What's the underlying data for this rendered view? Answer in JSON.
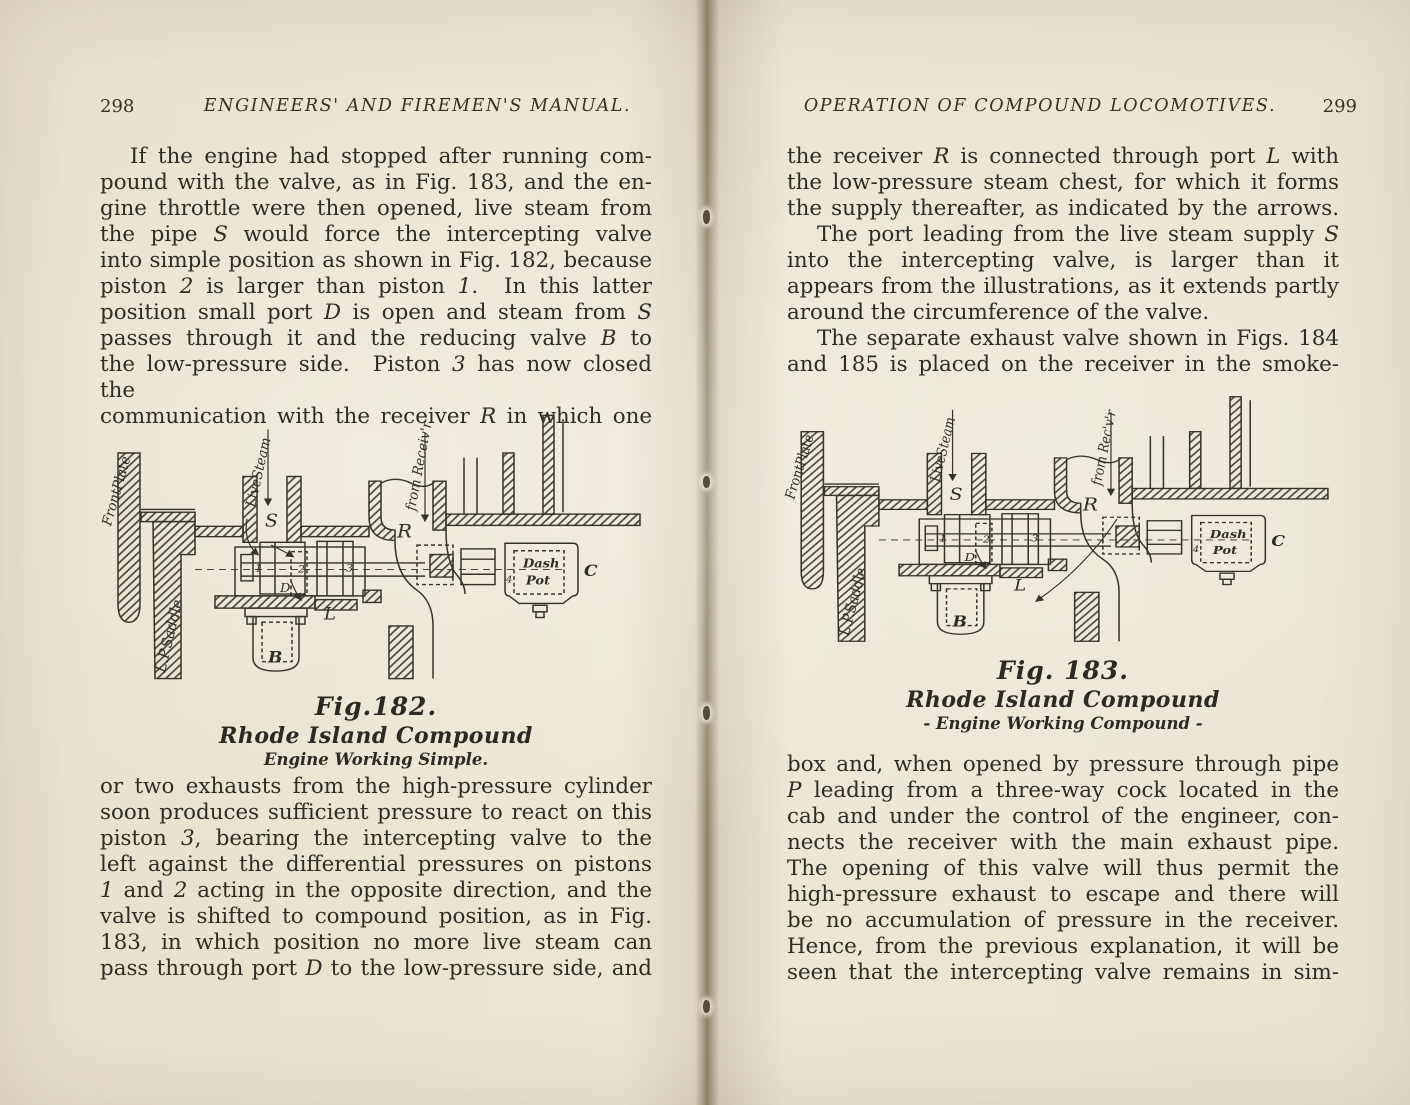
{
  "book": {
    "paper_color": "#ece6d5",
    "ink_color": "#2e2c26"
  },
  "left_page": {
    "page_number": "298",
    "running_head": "ENGINEERS' AND FIREMEN'S MANUAL.",
    "para1_lines": [
      "If the engine had stopped after running com-",
      "pound with the valve, as in Fig. 183, and the en-",
      "gine throttle were then opened, live steam from",
      "the pipe <i>S</i> would force the intercepting valve",
      "into simple position as shown in Fig. 182, because",
      "piston <i>2</i> is larger than piston <i>1</i>.&nbsp; In this latter",
      "position small port <i>D</i> is open and steam from <i>S</i>",
      "passes through it and the reducing valve <i>B</i> to",
      "the low-pressure side.&nbsp; Piston <i>3</i> has now closed the",
      "communication with the receiver <i>R</i> in which one"
    ],
    "figure": {
      "fig_label": "Fig.182.",
      "title": "Rhode Island Compound",
      "subtitle": "Engine Working Simple.",
      "labels": {
        "front_plate": "FrontPlate",
        "live_steam": "LiveSteam",
        "s": "S",
        "from_receiver": "from Receiv'r",
        "r": "R",
        "lp_saddle": "L.P.Saddle",
        "d": "D",
        "l": "L",
        "b": "B",
        "c": "C",
        "dash": "Dash",
        "pot": "Pot",
        "n1": "1",
        "n2": "2",
        "n3": "3",
        "n4": "4"
      }
    },
    "para2_lines": [
      "or two exhausts from the high-pressure cylinder",
      "soon produces sufficient pressure to react on this",
      "piston <i>3</i>, bearing the intercepting valve to the",
      "left against the differential pressures on pistons",
      "<i>1</i> and <i>2</i> acting in the opposite direction, and the",
      "valve is shifted to compound position, as in Fig.",
      "183, in which position no more live steam can",
      "pass through port <i>D</i> to the low-pressure side, and"
    ]
  },
  "right_page": {
    "page_number": "299",
    "running_head": "OPERATION OF COMPOUND LOCOMOTIVES.",
    "para1_lines": [
      "the receiver <i>R</i> is connected through port <i>L</i> with",
      "the low-pressure steam chest, for which it forms",
      "the supply thereafter, as indicated by the arrows."
    ],
    "para2_lines": [
      "The port leading from the live steam supply <i>S</i>",
      "into the intercepting valve, is larger than it",
      "appears from the illustrations, as it extends partly",
      "around the circumference of the valve."
    ],
    "para3_lines": [
      "The separate exhaust valve shown in Figs. 184",
      "and 185 is placed on the receiver in the smoke-"
    ],
    "figure": {
      "fig_label": "Fig. 183.",
      "title": "Rhode Island Compound",
      "subtitle": "- Engine Working Compound -",
      "labels": {
        "front_plate": "FrontPlate",
        "live_steam": "LiveSteam",
        "s": "S",
        "from_receiver": "from Rec'v'r",
        "r": "R",
        "lp_saddle": "L.P.Saddle",
        "d": "D",
        "l": "L",
        "b": "B",
        "c": "C",
        "dash": "Dash",
        "pot": "Pot",
        "n1": "1",
        "n2": "2",
        "n3": "3",
        "n4": "4"
      }
    },
    "para4_lines": [
      "box and, when opened by pressure through pipe",
      "<i>P</i> leading from a three-way cock located in the",
      "cab and under the control of the engineer, con-",
      "nects the receiver with the main exhaust pipe.",
      "The opening of this valve will thus permit the",
      "high-pressure exhaust to escape and there will",
      "be no accumulation of pressure in the receiver.",
      "Hence, from the previous explanation, it will be",
      "seen that the intercepting valve remains in sim-"
    ]
  }
}
